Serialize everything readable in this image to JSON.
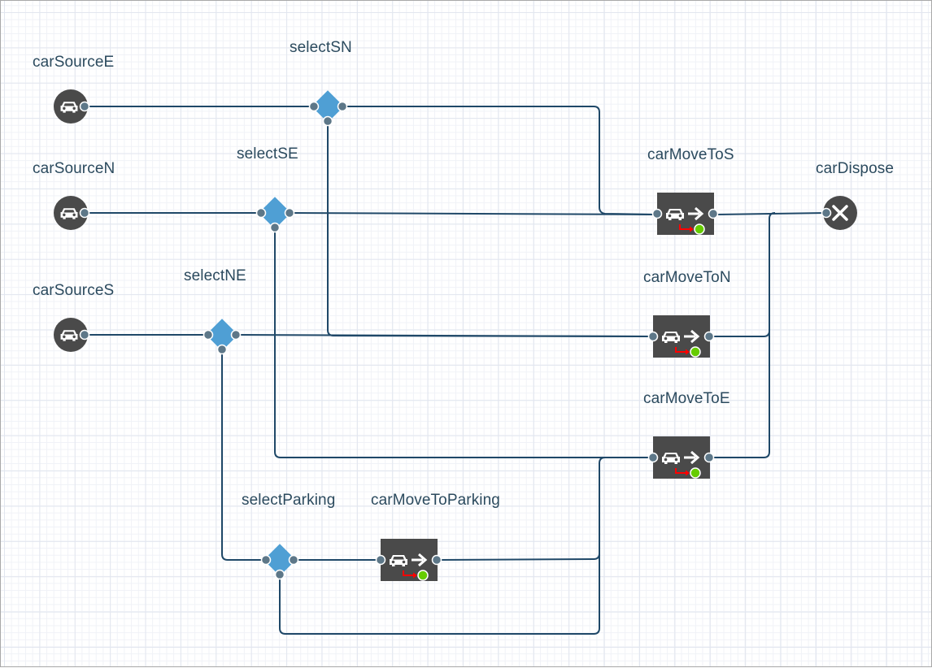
{
  "diagram": {
    "title": "Car traffic process flow",
    "colors": {
      "link": "#1f4868",
      "port": "#5d7788",
      "port_stroke": "#ffffff",
      "node_dark": "#4a4a4a",
      "decision": "#4f9fd4",
      "indicator_green": "#66cc00",
      "indicator_red": "#ff0000",
      "label": "#2b4a5e"
    },
    "nodes": [
      {
        "id": "carSourceE",
        "label": "carSourceE",
        "type": "source",
        "icon": "car-icon"
      },
      {
        "id": "carSourceN",
        "label": "carSourceN",
        "type": "source",
        "icon": "car-icon"
      },
      {
        "id": "carSourceS",
        "label": "carSourceS",
        "type": "source",
        "icon": "car-icon"
      },
      {
        "id": "selectSN",
        "label": "selectSN",
        "type": "selectOutput",
        "icon": "diamond-icon"
      },
      {
        "id": "selectSE",
        "label": "selectSE",
        "type": "selectOutput",
        "icon": "diamond-icon"
      },
      {
        "id": "selectNE",
        "label": "selectNE",
        "type": "selectOutput",
        "icon": "diamond-icon"
      },
      {
        "id": "selectParking",
        "label": "selectParking",
        "type": "selectOutput",
        "icon": "diamond-icon"
      },
      {
        "id": "carMoveToS",
        "label": "carMoveToS",
        "type": "carMoveTo",
        "icon": "car-move-icon"
      },
      {
        "id": "carMoveToN",
        "label": "carMoveToN",
        "type": "carMoveTo",
        "icon": "car-move-icon"
      },
      {
        "id": "carMoveToE",
        "label": "carMoveToE",
        "type": "carMoveTo",
        "icon": "car-move-icon"
      },
      {
        "id": "carMoveToParking",
        "label": "carMoveToParking",
        "type": "carMoveTo",
        "icon": "car-move-icon"
      },
      {
        "id": "carDispose",
        "label": "carDispose",
        "type": "dispose",
        "icon": "close-x-icon"
      }
    ],
    "links": [
      {
        "from": "carSourceE",
        "to": "selectSN"
      },
      {
        "from": "carSourceN",
        "to": "selectSE"
      },
      {
        "from": "carSourceS",
        "to": "selectNE"
      },
      {
        "from": "selectSN",
        "to": "carMoveToS",
        "port": "true"
      },
      {
        "from": "selectSN",
        "to": "carMoveToN",
        "port": "false"
      },
      {
        "from": "selectSE",
        "to": "carMoveToS",
        "port": "true"
      },
      {
        "from": "selectSE",
        "to": "carMoveToE",
        "port": "false"
      },
      {
        "from": "selectNE",
        "to": "carMoveToN",
        "port": "true"
      },
      {
        "from": "selectNE",
        "to": "selectParking",
        "port": "false"
      },
      {
        "from": "selectParking",
        "to": "carMoveToParking",
        "port": "true"
      },
      {
        "from": "selectParking",
        "to": "carMoveToE",
        "port": "false"
      },
      {
        "from": "carMoveToParking",
        "to": "carMoveToE"
      },
      {
        "from": "carMoveToS",
        "to": "carDispose"
      },
      {
        "from": "carMoveToN",
        "to": "carDispose"
      },
      {
        "from": "carMoveToE",
        "to": "carDispose"
      }
    ]
  }
}
